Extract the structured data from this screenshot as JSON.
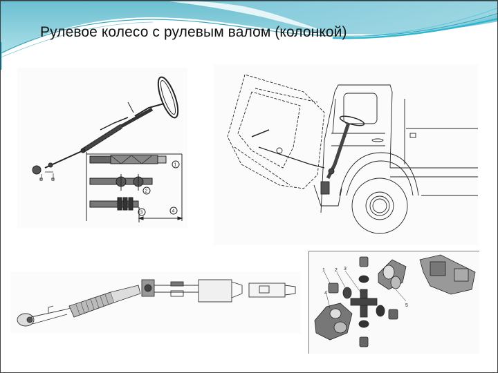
{
  "slide": {
    "title": "Рулевое колесо с рулевым валом (колонкой)",
    "theme_colors": {
      "swoosh_dark": "#4fb3c8",
      "swoosh_light": "#9fd6e2",
      "swoosh_accent": "#2fb7d0",
      "background": "#ffffff",
      "title_text": "#111111"
    }
  },
  "figures": [
    {
      "id": "steering-column-assembly",
      "description": "Steering wheel with telescopic steering shaft and variants",
      "callouts": [
        "1",
        "2",
        "3",
        "4"
      ]
    },
    {
      "id": "truck-tilted-cab",
      "description": "Truck cab tilted forward showing steering column routing"
    },
    {
      "id": "steering-shaft-side-view",
      "description": "Steering shaft with universal joints, side view"
    },
    {
      "id": "universal-joint-exploded",
      "description": "Exploded view of cardan (universal) joint parts",
      "callouts": [
        "1",
        "2",
        "3",
        "4",
        "5"
      ]
    }
  ]
}
